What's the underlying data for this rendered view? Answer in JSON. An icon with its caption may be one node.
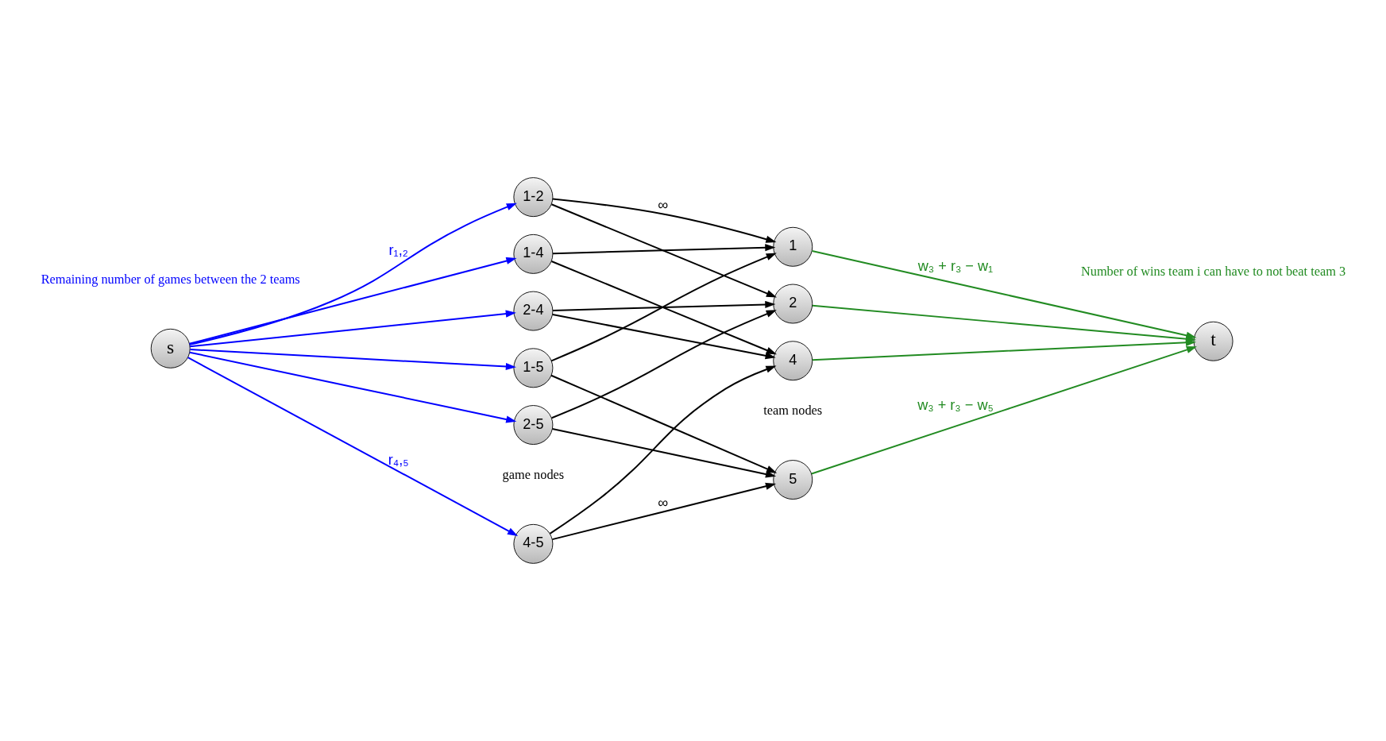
{
  "diagram": {
    "nodes": [
      {
        "text": [
          "s"
        ]
      },
      {
        "text": [
          "1-2"
        ]
      },
      {
        "text": [
          "1-4"
        ]
      },
      {
        "text": [
          "1-5"
        ]
      },
      {
        "text": [
          "2-4"
        ]
      },
      {
        "text": [
          "2-5"
        ]
      },
      {
        "text": [
          "4-5"
        ]
      },
      {
        "text": [
          "1"
        ]
      },
      {
        "text": [
          "2"
        ]
      },
      {
        "text": [
          "4"
        ]
      },
      {
        "text": [
          "5"
        ]
      },
      {
        "text": [
          "t"
        ]
      }
    ],
    "edges": [
      {
        "from": 0,
        "to": 1,
        "arrow": "to",
        "color": "#0000ff",
        "label": "r₁,₂"
      },
      {
        "from": 0,
        "to": 2,
        "arrow": "to",
        "color": "#0000ff"
      },
      {
        "from": 0,
        "to": 3,
        "arrow": "to",
        "color": "#0000ff"
      },
      {
        "from": 0,
        "to": 4,
        "arrow": "to",
        "color": "#0000ff"
      },
      {
        "from": 0,
        "to": 5,
        "arrow": "to",
        "color": "#0000ff"
      },
      {
        "from": 0,
        "to": 6,
        "arrow": "to",
        "color": "#0000ff",
        "label": "r₄,₅"
      },
      {
        "from": 1,
        "to": 7,
        "arrow": "to",
        "label": "∞"
      },
      {
        "from": 1,
        "to": 8,
        "arrow": "to"
      },
      {
        "from": 2,
        "to": 7,
        "arrow": "to"
      },
      {
        "from": 2,
        "to": 9,
        "arrow": "to"
      },
      {
        "from": 3,
        "to": 7,
        "arrow": "to"
      },
      {
        "from": 3,
        "to": 10,
        "arrow": "to"
      },
      {
        "from": 4,
        "to": 8,
        "arrow": "to"
      },
      {
        "from": 4,
        "to": 9,
        "arrow": "to"
      },
      {
        "from": 5,
        "to": 8,
        "arrow": "to"
      },
      {
        "from": 5,
        "to": 10,
        "arrow": "to"
      },
      {
        "from": 6,
        "to": 9,
        "arrow": "to"
      },
      {
        "from": 6,
        "to": 10,
        "arrow": "to",
        "label": "∞"
      },
      {
        "from": 7,
        "to": 11,
        "arrow": "to",
        "color": "#228b22",
        "label": "w₃ + r₃ − w₁"
      },
      {
        "from": 8,
        "to": 11,
        "arrow": "to",
        "color": "#228b22"
      },
      {
        "from": 9,
        "to": 11,
        "arrow": "to",
        "color": "#228b22"
      },
      {
        "from": 10,
        "to": 11,
        "arrow": "to",
        "color": "#228b22",
        "label": "w₃ + r₃ − w₅"
      }
    ],
    "labels": [
      "Remaining number of games between the 2 teams",
      "game nodes",
      "team nodes",
      "Number of wins team i can have to not beat team 3"
    ]
  }
}
